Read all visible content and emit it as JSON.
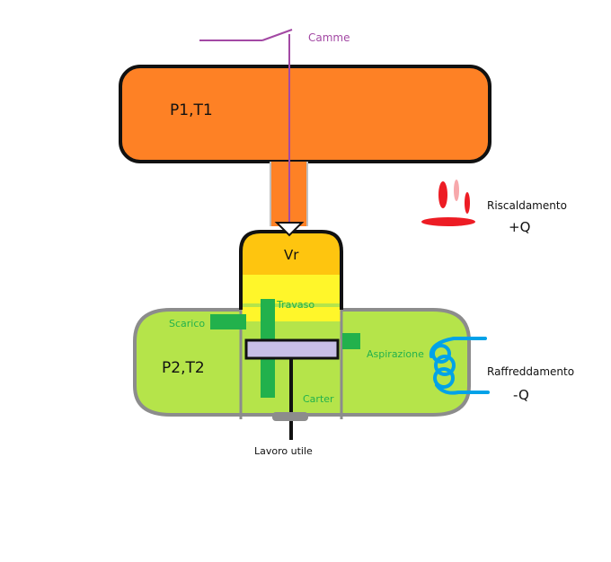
{
  "labels": {
    "camme": "Camme",
    "p1t1": "P1,T1",
    "riscaldamento": "Riscaldamento",
    "plus_q": "+Q",
    "vr": "Vr",
    "travaso": "Travaso",
    "scarico": "Scarico",
    "p2t2": "P2,T2",
    "aspirazione": "Aspirazione",
    "raffreddamento": "Raffreddamento",
    "minus_q": "-Q",
    "carter": "Carter",
    "lavoro_utile": "Lavoro utile"
  },
  "colors": {
    "upper_tank": "#fe8125",
    "lower_tank": "#b5e44a",
    "chamber_top": "#fec50f",
    "chamber_mid": "#fff62a",
    "ports": "#22b14c",
    "piston": "#c8bfe7",
    "cam_line": "#a349a4",
    "heat_flame": "#ed1c24",
    "coil": "#00a2e8",
    "outline": "#111111",
    "wall": "#8c8c8c"
  },
  "icons": {
    "flame": "flame-icon",
    "coil": "cooling-coil-icon",
    "valve": "valve-triangle-icon"
  }
}
